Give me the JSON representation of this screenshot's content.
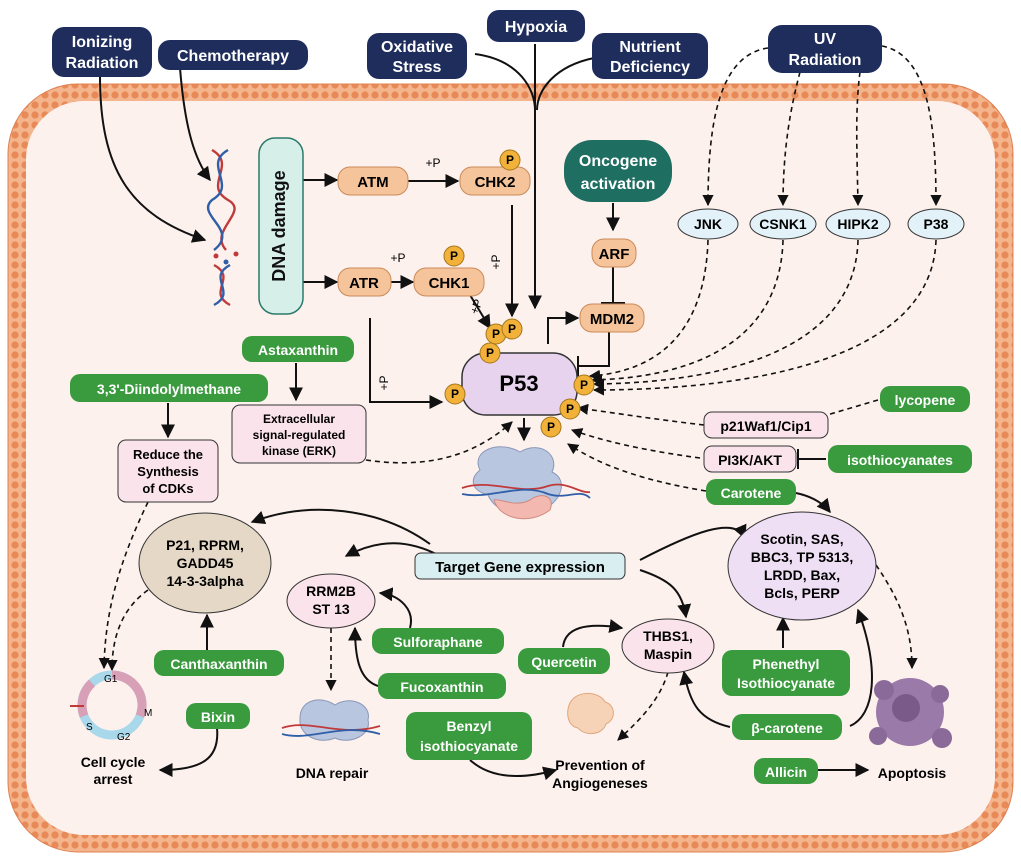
{
  "stressors": {
    "ionizing": [
      "Ionizing",
      "Radiation"
    ],
    "chemotherapy": "Chemotherapy",
    "oxidative": [
      "Oxidative",
      "Stress"
    ],
    "hypoxia": "Hypoxia",
    "nutrient": [
      "Nutrient",
      "Deficiency"
    ],
    "uv": [
      "UV",
      "Radiation"
    ]
  },
  "dna_damage": "DNA damage",
  "kinases": {
    "atm": "ATM",
    "chk2": "CHK2",
    "atr": "ATR",
    "chk1": "CHK1",
    "arf": "ARF",
    "mdm2": "MDM2"
  },
  "oncogene": [
    "Oncogene",
    "activation"
  ],
  "uv_kinases": [
    "JNK",
    "CSNK1",
    "HIPK2",
    "P38"
  ],
  "p53": "P53",
  "phospho": "P",
  "plus_p": "+P",
  "compounds": {
    "astaxanthin": "Astaxanthin",
    "diindolylmethane": "3,3'-Diindolylmethane",
    "lycopene": "lycopene",
    "isothiocyanates": "isothiocyanates",
    "carotene": "Carotene",
    "sulforaphane": "Sulforaphane",
    "fucoxanthin": "Fucoxanthin",
    "canthaxanthin": "Canthaxanthin",
    "bixin": "Bixin",
    "quercetin": "Quercetin",
    "benzyl": [
      "Benzyl",
      "isothiocyanate"
    ],
    "phenethyl": [
      "Phenethyl",
      "Isothiocyanate"
    ],
    "beta_carotene": "β-carotene",
    "allicin": "Allicin"
  },
  "pathways": {
    "erk": [
      "Extracellular",
      "signal-regulated",
      "kinase (ERK)"
    ],
    "reduce_cdks": [
      "Reduce the",
      "Synthesis",
      "of CDKs"
    ],
    "p21": "p21Waf1/Cip1",
    "pi3k": "PI3K/AKT"
  },
  "target_gene": "Target Gene expression",
  "targets": {
    "cell_cycle": [
      "P21, RPRM,",
      "GADD45",
      "14-3-3alpha"
    ],
    "rrm2b": [
      "RRM2B",
      "ST 13"
    ],
    "thbs1": [
      "THBS1,",
      "Maspin"
    ],
    "apoptosis_genes": [
      "Scotin, SAS,",
      "BBC3, TP 5313,",
      "LRDD, Bax,",
      "Bcls, PERP"
    ]
  },
  "outcomes": {
    "cell_cycle_arrest": [
      "Cell cycle",
      "arrest"
    ],
    "dna_repair": "DNA repair",
    "angiogenesis": [
      "Prevention of",
      "Angiogeneses"
    ],
    "apoptosis": "Apoptosis"
  },
  "cell_cycle_phases": [
    "G1",
    "M",
    "S",
    "G2"
  ],
  "colors": {
    "navy": "#1f2d5c",
    "green": "#3a9a3e",
    "teal": "#2a7a6a",
    "orange_node": "#f6c49a",
    "membrane": "#e89a6c",
    "cytoplasm": "#fdf1ee",
    "p53_fill": "#e8d3ee",
    "pink_box": "#fae3ea",
    "lightblue": "#e3f1f9"
  }
}
